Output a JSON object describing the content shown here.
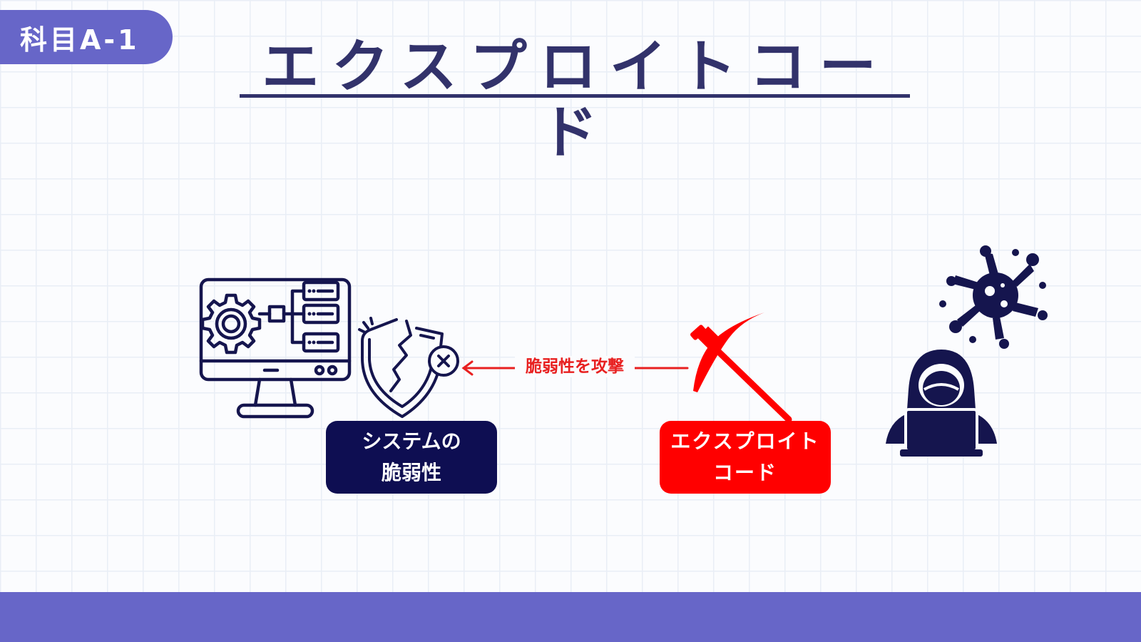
{
  "badge": {
    "label": "科目A-1"
  },
  "title": "エクスプロイトコード",
  "labels": {
    "system_line1": "システムの",
    "system_line2": "脆弱性",
    "exploit_line1": "エクスプロイト",
    "exploit_line2": "コード"
  },
  "arrow_label": "脆弱性を攻撃",
  "colors": {
    "accent": "#6766c8",
    "title": "#32326b",
    "navy": "#0e0e52",
    "red": "#ff0000",
    "arrow": "#e82020",
    "icon": "#15154e"
  },
  "icons": [
    "monitor-server-icon",
    "broken-shield-icon",
    "pickaxe-icon",
    "virus-icon",
    "hacker-icon"
  ]
}
